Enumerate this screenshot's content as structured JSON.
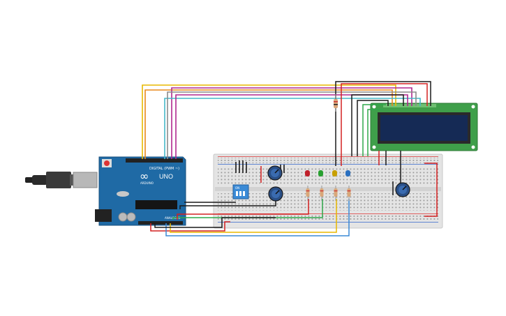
{
  "arduino": {
    "brand_mark": "∞",
    "model_label": "UNO",
    "digital_header_label": "DIGITAL (PWM ~)",
    "analog_header_label": "ANALOG IN",
    "maker_label": "ARDUINO",
    "board_color": "#1f6aa5"
  },
  "breadboard": {
    "body_color": "#e4e4e4",
    "rail_red": "#d33",
    "rail_blue": "#36c"
  },
  "lcd": {
    "pcb_color": "#3f9f4a",
    "screen_color": "#152a55"
  },
  "components": {
    "led_colors": [
      "#c0202a",
      "#28a030",
      "#c8a000",
      "#2a70c0"
    ],
    "dip_switch_label": "ON",
    "potentiometer_icon": "potentiometer-icon",
    "usb_icon": "usb-cable-icon"
  },
  "wire_colors": {
    "yellow": "#e8b800",
    "orange": "#e8891c",
    "magenta": "#b0278f",
    "cyan": "#45b8c8",
    "red": "#d32020",
    "green": "#2ea84a",
    "blue": "#3a8ad6",
    "black": "#1a1a1a",
    "grey": "#8a8a8a"
  }
}
